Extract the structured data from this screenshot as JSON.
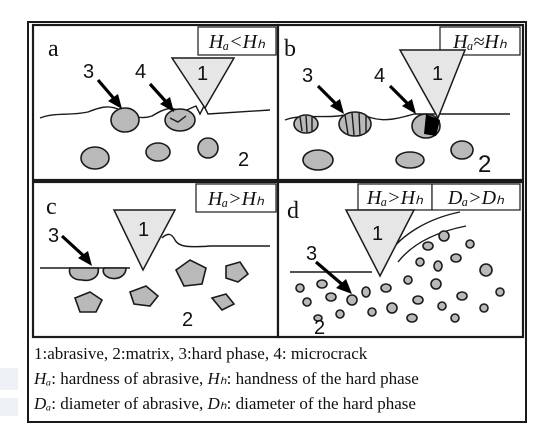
{
  "panels": [
    {
      "label": "a",
      "condition": "Hₐ<Hₕ"
    },
    {
      "label": "b",
      "condition": "Hₐ≈Hₕ"
    },
    {
      "label": "c",
      "condition": "Hₐ>Hₕ"
    },
    {
      "label": "d",
      "condition": "Hₐ>Hₕ",
      "condition2": "Dₐ>Dₕ"
    }
  ],
  "markers": {
    "abrasive": "1",
    "matrix": "2",
    "hard_phase": "3",
    "microcrack": "4"
  },
  "legend": {
    "line1": "1:abrasive, 2:matrix, 3:hard phase, 4: microcrack",
    "line2_sym": "Hₐ",
    "line2_text": ": hardness of abrasive, ",
    "line2_sym2": "Hₕ",
    "line2_text2": ": handness of the hard phase",
    "line3_sym": "Dₐ",
    "line3_text": ": diameter of abrasive, ",
    "line3_sym2": "Dₕ",
    "line3_text2": ": diameter of the hard phase"
  }
}
